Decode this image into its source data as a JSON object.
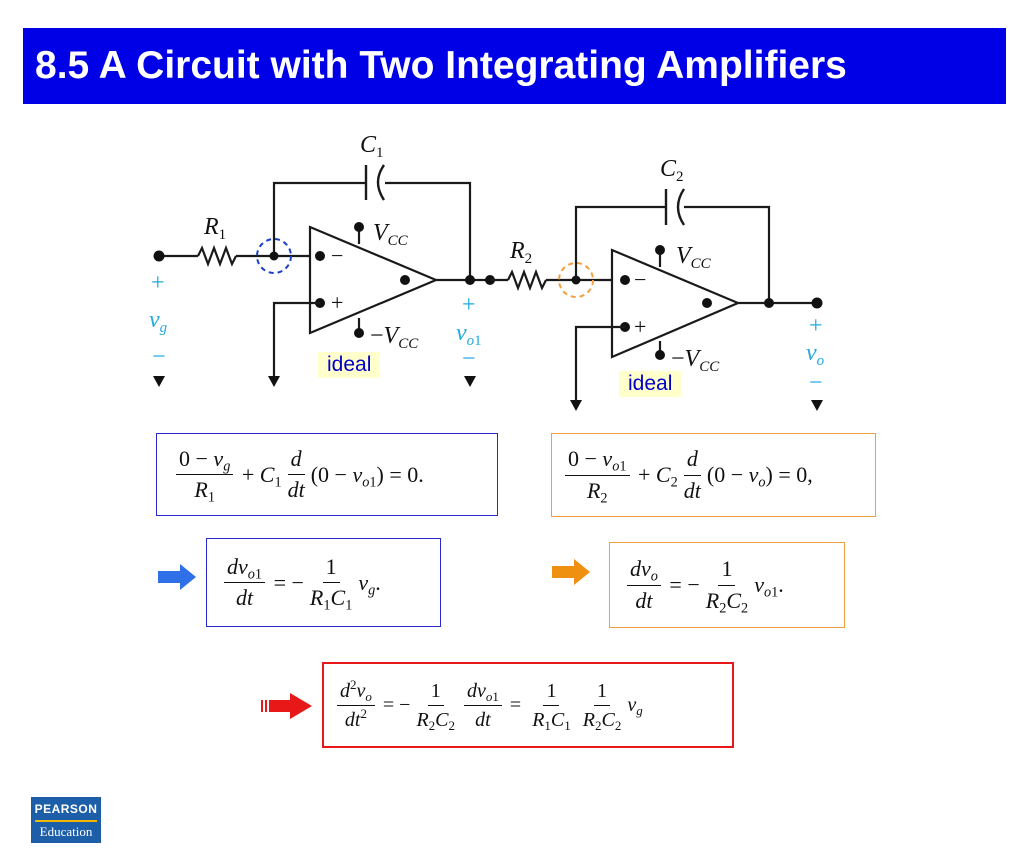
{
  "title": "8.5 A Circuit with Two Integrating Amplifiers",
  "circuit": {
    "c1": "C1",
    "c2": "C2",
    "r1": "R1",
    "r2": "R2",
    "vcc": "VCC",
    "neg_vcc": "−VCC",
    "vg": "vg",
    "vo1": "vo1",
    "vo": "vo",
    "plus": "+",
    "minus": "−",
    "ideal_label": "ideal"
  },
  "colors": {
    "title_bg": "#0000e6",
    "blue_box": "#2a2acc",
    "orange_box": "#f0a040",
    "red_box": "#e81818",
    "blue_arrow": "#2f6fe8",
    "orange_arrow": "#f09010",
    "red_arrow": "#e81818",
    "cyan_text": "#22aadd",
    "ideal_bg": "#ffffcc"
  },
  "equations": {
    "node1": "(0 − vg)/R1 + C1 d/dt (0 − vo1) = 0.",
    "node2": "(0 − vo1)/R2 + C2 d/dt (0 − vo) = 0,",
    "result1": "dvo1/dt = − 1/(R1C1) vg.",
    "result2": "dvo/dt = − 1/(R2C2) vo1.",
    "final": "d²vo/dt² = − 1/(R2C2) dvo1/dt = 1/(R1C1) 1/(R2C2) vg"
  },
  "publisher": {
    "line1": "PEARSON",
    "line2": "Education"
  }
}
